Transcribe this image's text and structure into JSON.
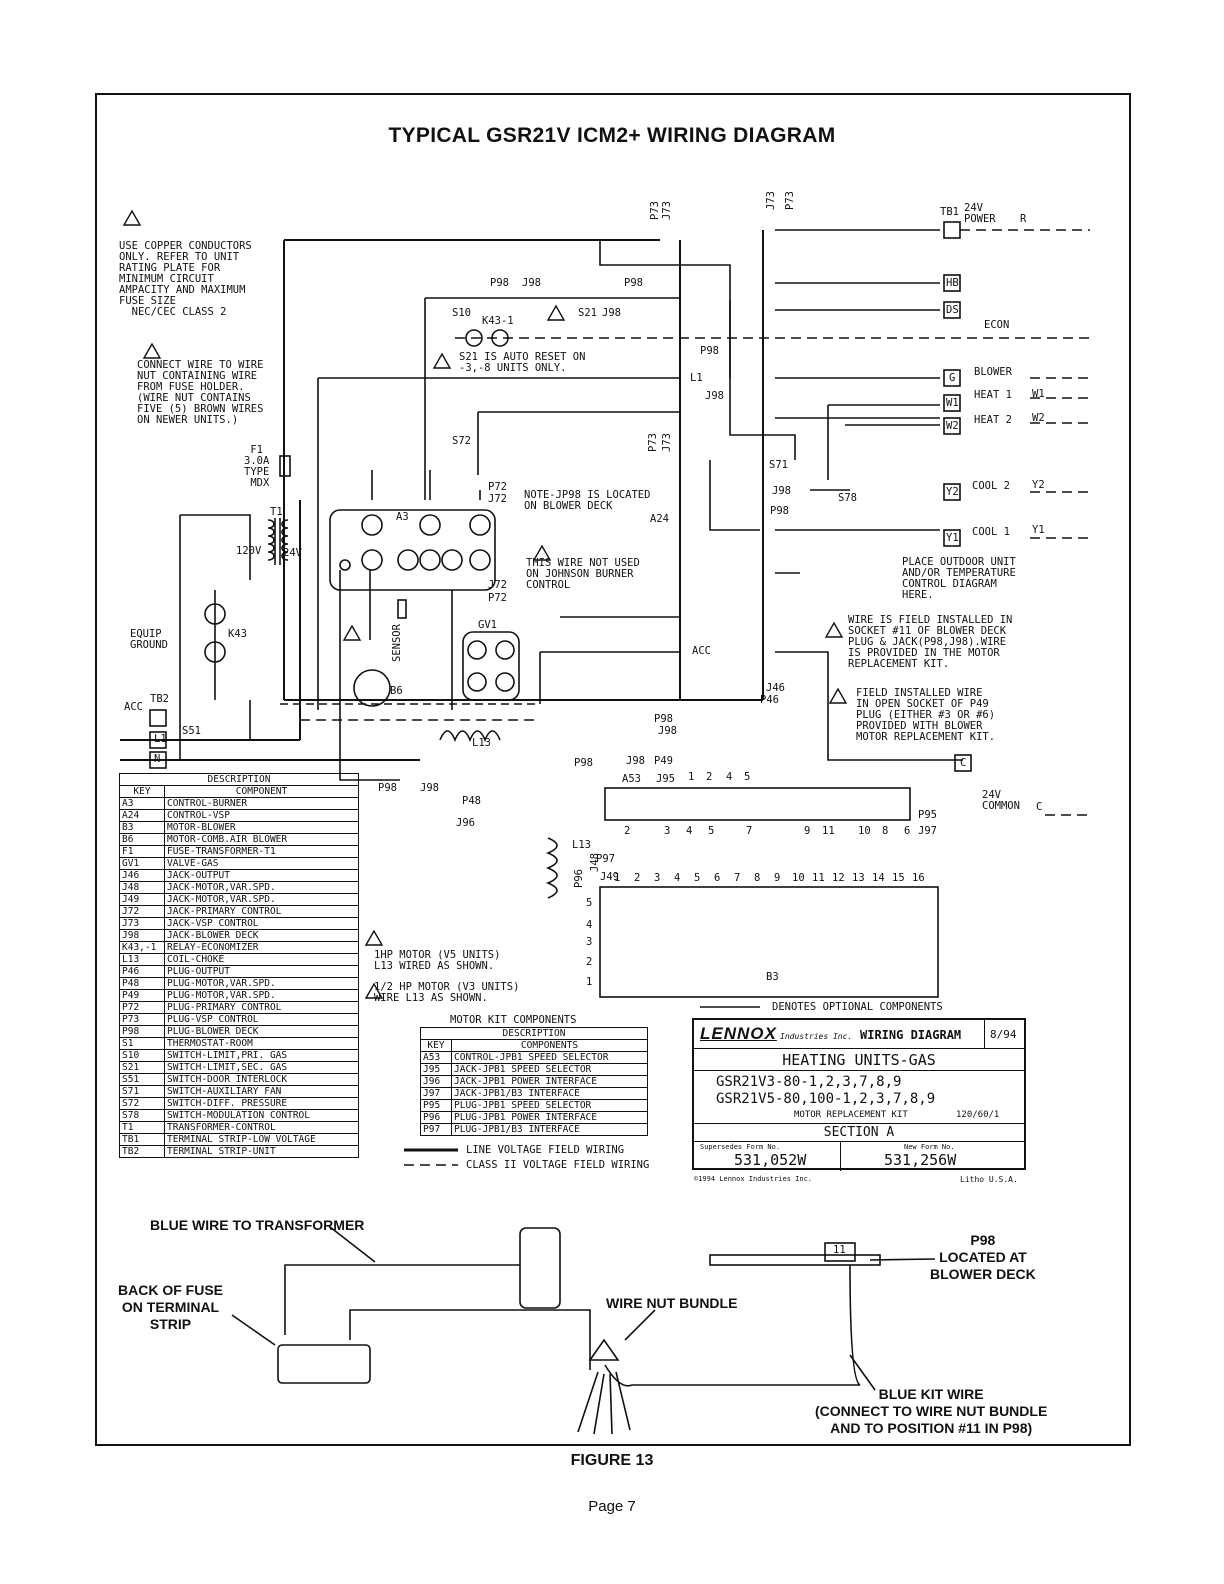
{
  "title": "TYPICAL GSR21V ICM2+ WIRING DIAGRAM",
  "figure_label": "FIGURE 13",
  "page_label": "Page 7",
  "notes": {
    "copper": "USE COPPER CONDUCTORS\nONLY. REFER TO UNIT\nRATING PLATE FOR\nMINIMUM CIRCUIT\nAMPACITY AND MAXIMUM\nFUSE SIZE\n  NEC/CEC CLASS 2",
    "wire_nut": "CONNECT WIRE TO WIRE\nNUT CONTAINING WIRE\nFROM FUSE HOLDER.\n(WIRE NUT CONTAINS\nFIVE (5) BROWN WIRES\nON NEWER UNITS.)",
    "fuse": " F1\n3.0A\nTYPE\n MDX",
    "s21": "S21 IS AUTO RESET ON\n-3,-8 UNITS ONLY.",
    "jp98": "NOTE-JP98 IS LOCATED\nON BLOWER DECK",
    "johnson": "THIS WIRE NOT USED\nON JOHNSON BURNER\nCONTROL",
    "outdoor": "PLACE OUTDOOR UNIT\nAND/OR TEMPERATURE\nCONTROL DIAGRAM\nHERE.",
    "socket11": "WIRE IS FIELD INSTALLED IN\nSOCKET #11 OF BLOWER DECK\nPLUG & JACK(P98,J98).WIRE\nIS PROVIDED IN THE MOTOR\nREPLACEMENT KIT.",
    "p49": "FIELD INSTALLED WIRE\nIN OPEN SOCKET OF P49\nPLUG (EITHER #3 OR #6)\nPROVIDED WITH BLOWER\nMOTOR REPLACEMENT KIT.",
    "hp1": "1HP MOTOR (V5 UNITS)\nL13 WIRED AS SHOWN.",
    "hp12": "1/2 HP MOTOR (V3 UNITS)\nWIRE L13 AS SHOWN.",
    "optional": "DENOTES OPTIONAL COMPONENTS",
    "line_voltage": "LINE VOLTAGE FIELD WIRING",
    "class2": "CLASS II VOLTAGE FIELD WIRING"
  },
  "terminals": {
    "tb1": "TB1",
    "r_label": "24V\nPOWER",
    "r": "R",
    "econ": "ECON",
    "blower": "BLOWER",
    "g": "G",
    "heat1": "HEAT 1",
    "w1": "W1",
    "heat2": "HEAT 2",
    "w2": "W2",
    "cool2": "COOL 2",
    "y2": "Y2",
    "cool1": "COOL 1",
    "y1": "Y1",
    "common": "24V\nCOMMON",
    "c": "C",
    "hb": "HB",
    "ds": "DS"
  },
  "component_labels": {
    "a3": "A3",
    "a24": "A24",
    "b6": "B6",
    "b3": "B3",
    "gv1": "GV1",
    "t1": "T1",
    "k43": "K43",
    "k43_1": "K43-1",
    "s10": "S10",
    "s21": "S21",
    "s51": "S51",
    "s71": "S71",
    "s72": "S72",
    "s78": "S78",
    "l13": "L13",
    "tb2": "TB2",
    "acc": "ACC",
    "l1": "L1",
    "n": "N",
    "sensor": "SENSOR",
    "v120": "120V",
    "v24": "24V",
    "equip_ground": "EQUIP\nGROUND",
    "a53": "A53",
    "p95": "P95",
    "j97": "J97",
    "j95": "J95",
    "p49": "P49",
    "j49": "J49",
    "p97": "P97",
    "j48": "J48",
    "p96": "P96",
    "p48": "P48",
    "j96": "J96",
    "p98": "P98",
    "j98": "J98",
    "p73": "P73",
    "j73": "J73",
    "p72": "P72",
    "j72": "J72",
    "j46": "J46",
    "p46": "P46",
    "l1_pin": "L1",
    "acc_pin": "ACC"
  },
  "legend": {
    "header1": "DESCRIPTION",
    "header_key": "KEY",
    "header2": "COMPONENT",
    "rows": [
      [
        "A3",
        "CONTROL-BURNER"
      ],
      [
        "A24",
        "CONTROL-VSP"
      ],
      [
        "B3",
        "MOTOR-BLOWER"
      ],
      [
        "B6",
        "MOTOR-COMB.AIR BLOWER"
      ],
      [
        "F1",
        "FUSE-TRANSFORMER-T1"
      ],
      [
        "GV1",
        "VALVE-GAS"
      ],
      [
        "J46",
        "JACK-OUTPUT"
      ],
      [
        "J48",
        "JACK-MOTOR,VAR.SPD."
      ],
      [
        "J49",
        "JACK-MOTOR,VAR.SPD."
      ],
      [
        "J72",
        "JACK-PRIMARY CONTROL"
      ],
      [
        "J73",
        "JACK-VSP CONTROL"
      ],
      [
        "J98",
        "JACK-BLOWER DECK"
      ],
      [
        "K43,-1",
        "RELAY-ECONOMIZER"
      ],
      [
        "L13",
        "COIL-CHOKE"
      ],
      [
        "P46",
        "PLUG-OUTPUT"
      ],
      [
        "P48",
        "PLUG-MOTOR,VAR.SPD."
      ],
      [
        "P49",
        "PLUG-MOTOR,VAR.SPD."
      ],
      [
        "P72",
        "PLUG-PRIMARY CONTROL"
      ],
      [
        "P73",
        "PLUG-VSP CONTROL"
      ],
      [
        "P98",
        "PLUG-BLOWER DECK"
      ],
      [
        "S1",
        "THERMOSTAT-ROOM"
      ],
      [
        "S10",
        "SWITCH-LIMIT,PRI. GAS"
      ],
      [
        "S21",
        "SWITCH-LIMIT,SEC. GAS"
      ],
      [
        "S51",
        "SWITCH-DOOR INTERLOCK"
      ],
      [
        "S71",
        "SWITCH-AUXILIARY FAN"
      ],
      [
        "S72",
        "SWITCH-DIFF. PRESSURE"
      ],
      [
        "S78",
        "SWITCH-MODULATION CONTROL"
      ],
      [
        "T1",
        "TRANSFORMER-CONTROL"
      ],
      [
        "TB1",
        "TERMINAL STRIP-LOW VOLTAGE"
      ],
      [
        "TB2",
        "TERMINAL STRIP-UNIT"
      ]
    ]
  },
  "kit_legend": {
    "title": "MOTOR KIT COMPONENTS",
    "header1": "DESCRIPTION",
    "header_key": "KEY",
    "header2": "COMPONENTS",
    "rows": [
      [
        "A53",
        "CONTROL-JPB1 SPEED SELECTOR"
      ],
      [
        "J95",
        "JACK-JPB1 SPEED SELECTOR"
      ],
      [
        "J96",
        "JACK-JPB1 POWER INTERFACE"
      ],
      [
        "J97",
        "JACK-JPB1/B3 INTERFACE"
      ],
      [
        "P95",
        "PLUG-JPB1 SPEED SELECTOR"
      ],
      [
        "P96",
        "PLUG-JPB1 POWER INTERFACE"
      ],
      [
        "P97",
        "PLUG-JPB1/B3 INTERFACE"
      ]
    ]
  },
  "title_block": {
    "brand": "LENNOX",
    "brand_sub": "Industries Inc.",
    "doc_type": "WIRING DIAGRAM",
    "date": "8/94",
    "heading": "HEATING UNITS-GAS",
    "models1": "GSR21V3-80-1,2,3,7,8,9",
    "models2": "GSR21V5-80,100-1,2,3,7,8,9",
    "kit": "MOTOR REPLACEMENT KIT",
    "voltage": "120/60/1",
    "section": "SECTION A",
    "supersedes_label": "Supersedes Form No.",
    "supersedes": "531,052W",
    "new_form_label": "New Form No.",
    "new_form": "531,256W",
    "copyright": "©1994 Lennox Industries Inc.",
    "litho": "Litho U.S.A."
  },
  "inset": {
    "blue_wire": "BLUE WIRE TO TRANSFORMER",
    "back_fuse": "BACK OF FUSE\nON TERMINAL\nSTRIP",
    "wire_nut": "WIRE NUT BUNDLE",
    "p98": "P98\nLOCATED AT\nBLOWER DECK",
    "blue_kit": "BLUE KIT WIRE\n(CONNECT TO WIRE NUT BUNDLE\nAND TO POSITION #11 IN P98)",
    "socket_num": "11"
  },
  "pin_numbers": {
    "j95": [
      "1",
      "2",
      "4",
      "5"
    ],
    "j97": [
      "2",
      "3",
      "4",
      "5",
      "7",
      "9",
      "11",
      "10",
      "8",
      "6"
    ],
    "j49": [
      "1",
      "2",
      "3",
      "4",
      "5",
      "6",
      "7",
      "8",
      "9",
      "10",
      "11",
      "12",
      "13",
      "14",
      "15",
      "16"
    ],
    "j48": [
      "5",
      "4",
      "3",
      "2",
      "1"
    ]
  }
}
